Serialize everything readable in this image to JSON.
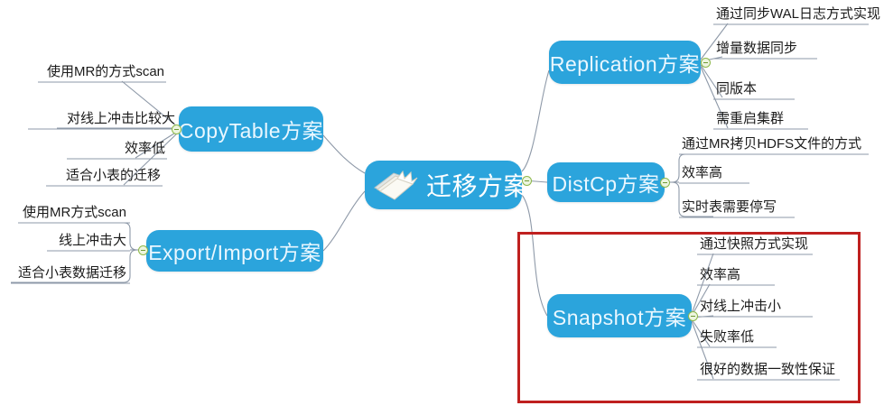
{
  "diagram": {
    "type": "mindmap",
    "title": "迁移方案",
    "background": "#ffffff",
    "node_color": "#2ba4dc",
    "node_text_color": "#eaf7ff",
    "highlight_color": "#bf201f",
    "connector_color": "#8e99a8",
    "toggle_color": "#8db84a"
  },
  "center": {
    "label": "迁移方案",
    "icon": "open-book-icon"
  },
  "branches": [
    {
      "id": "copytable",
      "label": "CopyTable方案",
      "side": "left",
      "connector_style": "diagonal",
      "leaves": [
        "使用MR的方式scan",
        "对线上冲击比较大",
        "效率低",
        "适合小表的迁移"
      ]
    },
    {
      "id": "export-import",
      "label": "Export/Import方案",
      "side": "left",
      "connector_style": "bracket",
      "leaves": [
        "使用MR方式scan",
        "线上冲击大",
        "适合小表数据迁移"
      ]
    },
    {
      "id": "replication",
      "label": "Replication方案",
      "side": "right",
      "connector_style": "diagonal",
      "leaves": [
        "通过同步WAL日志方式实现",
        "增量数据同步",
        "同版本",
        "需重启集群"
      ]
    },
    {
      "id": "distcp",
      "label": "DistCp方案",
      "side": "right",
      "connector_style": "bracket",
      "leaves": [
        "通过MR拷贝HDFS文件的方式",
        "效率高",
        "实时表需要停写"
      ]
    },
    {
      "id": "snapshot",
      "label": "Snapshot方案",
      "side": "right",
      "connector_style": "diagonal",
      "highlighted": true,
      "leaves": [
        "通过快照方式实现",
        "效率高",
        "对线上冲击小",
        "失败率低",
        "很好的数据一致性保证"
      ]
    }
  ]
}
